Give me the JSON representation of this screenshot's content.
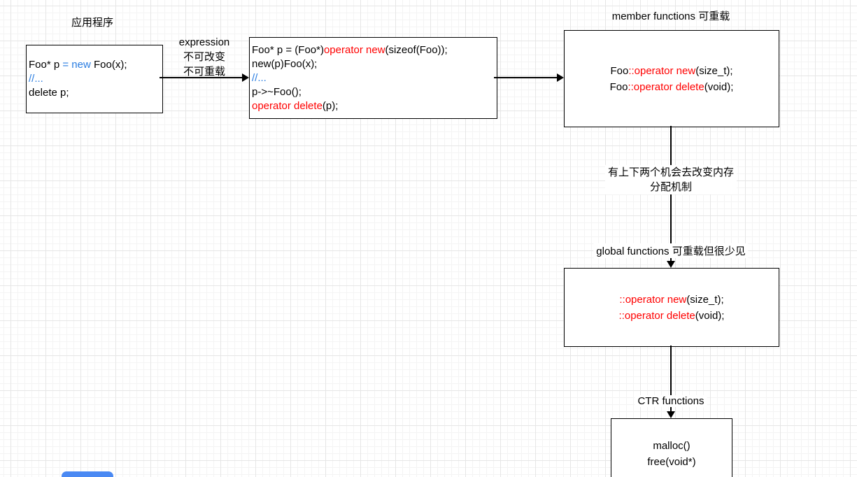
{
  "colors": {
    "black": "#000000",
    "red": "#ff0000",
    "blue": "#2a7de1",
    "box_border": "#000000",
    "box_fill": "#ffffff",
    "grid_minor": "#f4f4f4",
    "grid_major": "#e6e6e6",
    "pill_blue": "#4a89f3"
  },
  "labels": {
    "app_title": "应用程序",
    "arrow1_lines": [
      "expression",
      "不可改变",
      "不可重载"
    ],
    "member_title": "member functions 可重载",
    "mid_note_lines": [
      "有上下两个机会去改变内存",
      "分配机制"
    ],
    "global_title": "global functions 可重载但很少见",
    "ctr_title": "CTR functions"
  },
  "boxes": {
    "app": {
      "lines": [
        [
          {
            "t": "Foo* p ",
            "c": "black"
          },
          {
            "t": "= new",
            "c": "blue"
          },
          {
            "t": " Foo(x);",
            "c": "black"
          }
        ],
        [
          {
            "t": "//...",
            "c": "blue"
          }
        ],
        [
          {
            "t": "delete p;",
            "c": "black"
          }
        ]
      ]
    },
    "expanded": {
      "lines": [
        [
          {
            "t": "Foo* p = (Foo*)",
            "c": "black"
          },
          {
            "t": "operator new",
            "c": "red"
          },
          {
            "t": "(sizeof(Foo));",
            "c": "black"
          }
        ],
        [
          {
            "t": "new(p)Foo(x);",
            "c": "black"
          }
        ],
        [
          {
            "t": "//...",
            "c": "blue"
          }
        ],
        [
          {
            "t": "p->~Foo();",
            "c": "black"
          }
        ],
        [
          {
            "t": "operator delete",
            "c": "red"
          },
          {
            "t": "(p);",
            "c": "black"
          }
        ]
      ]
    },
    "member": {
      "lines": [
        [
          {
            "t": "Foo",
            "c": "black"
          },
          {
            "t": "::operator new",
            "c": "red"
          },
          {
            "t": "(size_t);",
            "c": "black"
          }
        ],
        [
          {
            "t": "Foo",
            "c": "black"
          },
          {
            "t": "::operator delete",
            "c": "red"
          },
          {
            "t": "(void);",
            "c": "black"
          }
        ]
      ]
    },
    "global": {
      "lines": [
        [
          {
            "t": "::operator new",
            "c": "red"
          },
          {
            "t": "(size_t);",
            "c": "black"
          }
        ],
        [
          {
            "t": "::operator delete",
            "c": "red"
          },
          {
            "t": "(void);",
            "c": "black"
          }
        ]
      ]
    },
    "ctr": {
      "lines": [
        [
          {
            "t": "malloc()",
            "c": "black"
          }
        ],
        [
          {
            "t": "free(void*)",
            "c": "black"
          }
        ]
      ]
    }
  }
}
